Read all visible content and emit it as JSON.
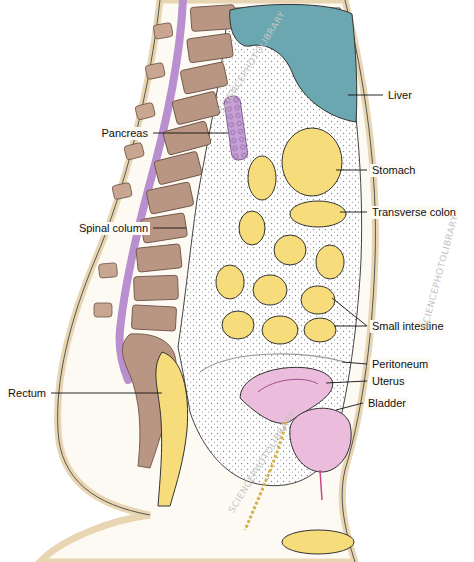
{
  "diagram": {
    "labels": [
      "Liver",
      "Pancreas",
      "Stomach",
      "Spinal column",
      "Transverse colon",
      "Small intestine",
      "Peritoneum",
      "Rectum",
      "Uterus",
      "Bladder",
      "SCIENCEPHOTOLIBRARY",
      "SCIENCEPHOTOLIBRARY",
      "SCIENCEPHOTOLIBRARY"
    ]
  }
}
